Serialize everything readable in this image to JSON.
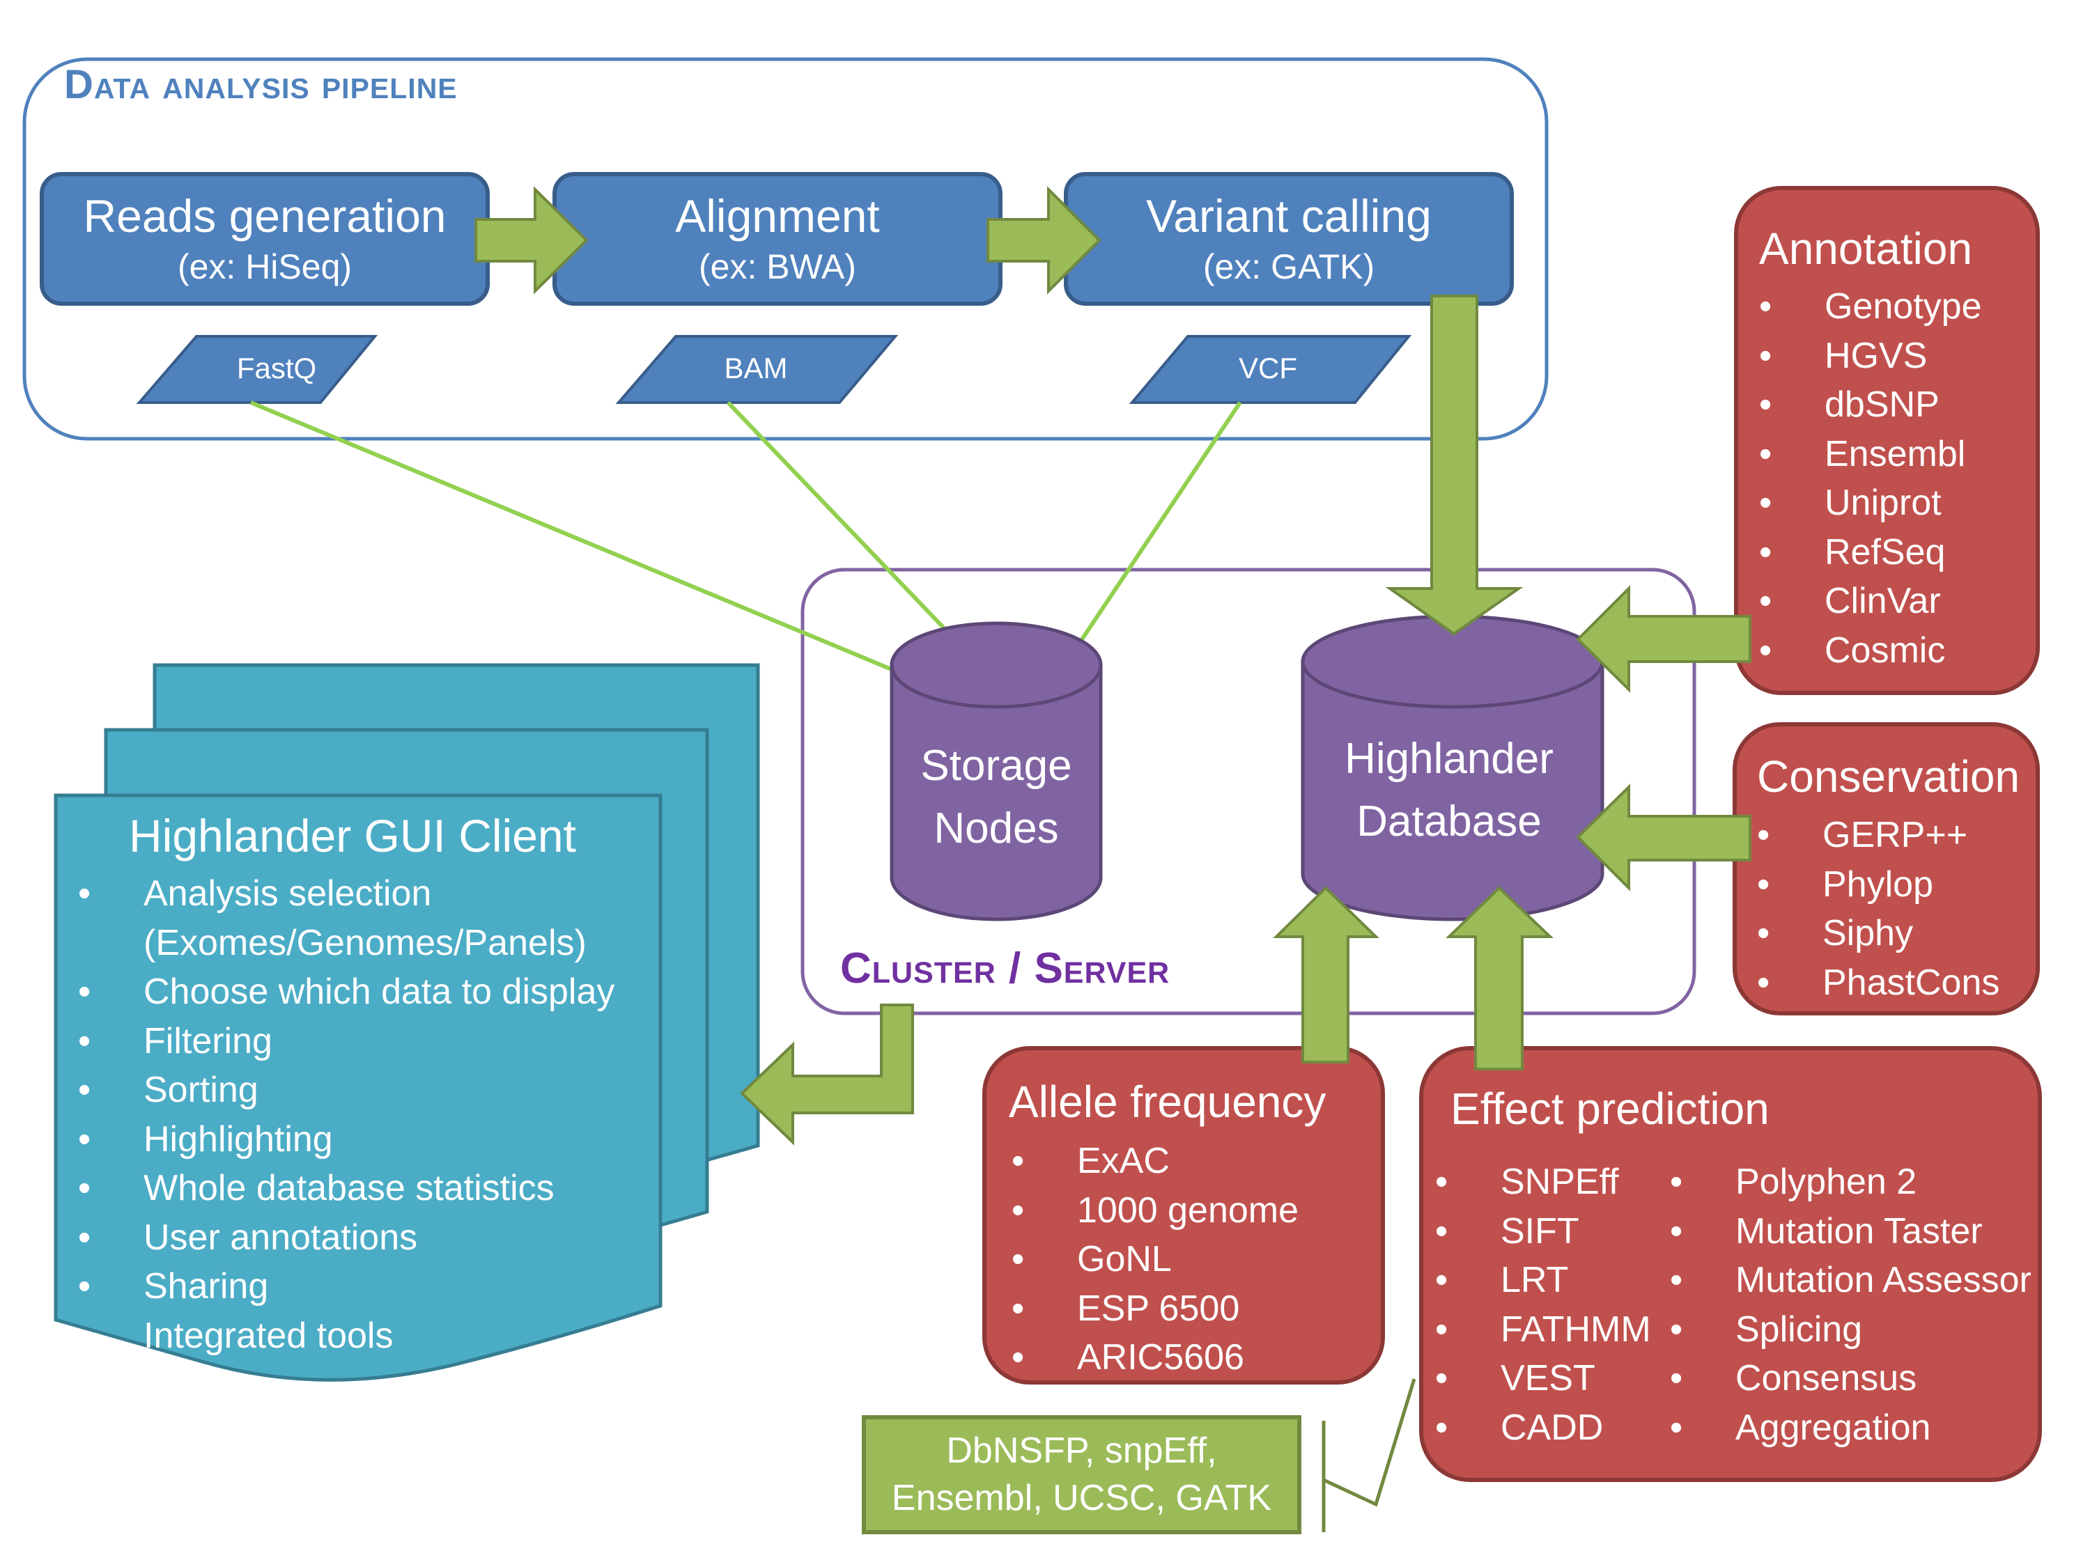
{
  "pipeline": {
    "title": "Data analysis pipeline",
    "steps": [
      {
        "name": "Reads generation",
        "example": "(ex: HiSeq)"
      },
      {
        "name": "Alignment",
        "example": "(ex: BWA)"
      },
      {
        "name": "Variant calling",
        "example": "(ex: GATK)"
      }
    ],
    "files": [
      "FastQ",
      "BAM",
      "VCF"
    ]
  },
  "cluster": {
    "title": "Cluster / Server",
    "storage": {
      "line1": "Storage",
      "line2": "Nodes"
    },
    "database": {
      "line1": "Highlander",
      "line2": "Database"
    }
  },
  "annotation": {
    "title": "Annotation",
    "items": [
      "Genotype",
      "HGVS",
      "dbSNP",
      "Ensembl",
      "Uniprot",
      "RefSeq",
      "ClinVar",
      "Cosmic"
    ]
  },
  "conservation": {
    "title": "Conservation",
    "items": [
      "GERP++",
      "Phylop",
      "Siphy",
      "PhastCons"
    ]
  },
  "allele_frequency": {
    "title": "Allele frequency",
    "items": [
      "ExAC",
      "1000 genome",
      "GoNL",
      "ESP 6500",
      "ARIC5606"
    ]
  },
  "effect_prediction": {
    "title": "Effect prediction",
    "column1": [
      "SNPEff",
      "SIFT",
      "LRT",
      "FATHMM",
      "VEST",
      "CADD"
    ],
    "column2": [
      "Polyphen 2",
      "Mutation Taster",
      "Mutation Assessor",
      "Splicing",
      "Consensus",
      "Aggregation"
    ]
  },
  "sources": {
    "line1": "DbNSFP, snpEff,",
    "line2": "Ensembl, UCSC, GATK"
  },
  "gui_client": {
    "title": "Highlander GUI Client",
    "items": [
      "Analysis selection",
      "Choose which data to display",
      "Filtering",
      "Sorting",
      "Highlighting",
      "Whole database statistics",
      "User annotations",
      "Sharing",
      "Integrated tools"
    ],
    "item_continuation": "(Exomes/Genomes/Panels)"
  },
  "colors": {
    "step_blue": "#4f81bd",
    "step_border": "#385d8a",
    "panel_red": "#c0504d",
    "panel_border": "#8c3836",
    "database_purple": "#8064a2",
    "arrow_green": "#9bbb59",
    "gui_teal": "#4bacc6",
    "cluster_border": "#8064a2",
    "pipeline_border": "#4f81bd"
  }
}
